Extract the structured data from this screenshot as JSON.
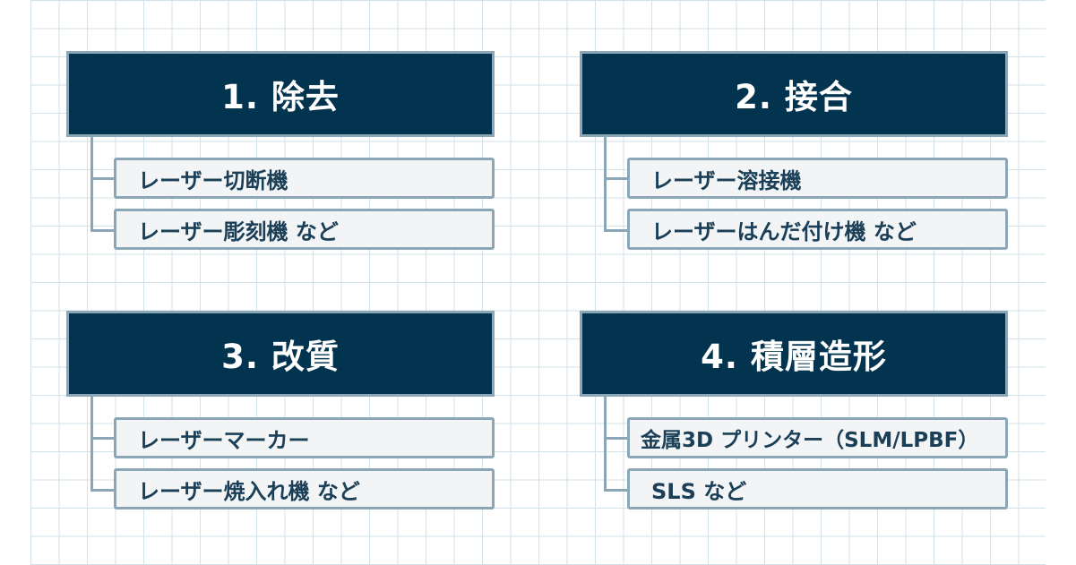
{
  "groups": [
    {
      "title": "1. 除去",
      "items": [
        "レーザー切断機",
        "レーザー彫刻機 など"
      ]
    },
    {
      "title": "2. 接合",
      "items": [
        "レーザー溶接機",
        "レーザーはんだ付け機 など"
      ]
    },
    {
      "title": "3. 改質",
      "items": [
        "レーザーマーカー",
        "レーザー焼入れ機 など"
      ]
    },
    {
      "title": "4. 積層造形",
      "items": [
        "金属3D プリンター（SLM/LPBF）",
        "SLS など"
      ]
    }
  ]
}
